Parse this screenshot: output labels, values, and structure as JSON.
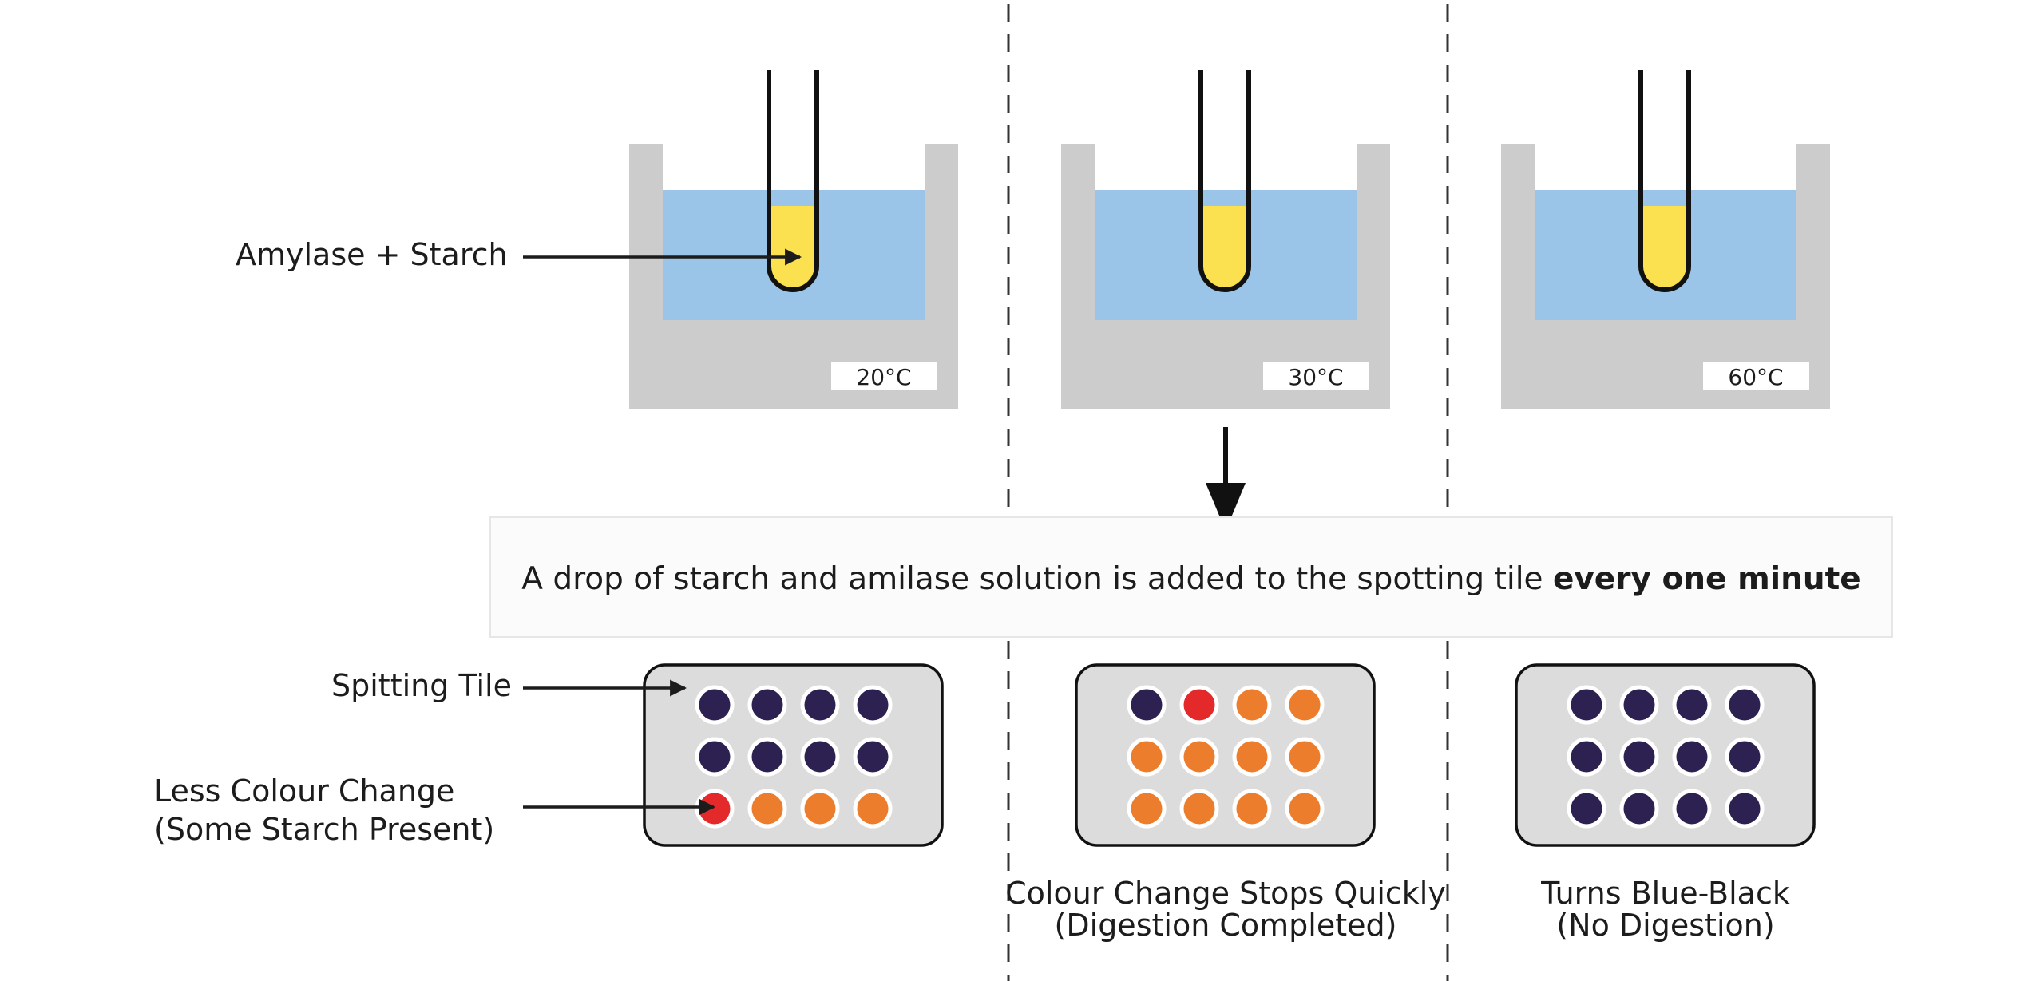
{
  "labels": {
    "amylase_starch": "Amylase + Starch",
    "spotting_tile": "Spitting Tile",
    "less_change_line1": "Less Colour Change",
    "less_change_line2": "(Some Starch Present)"
  },
  "banner": {
    "text_regular": "A drop of starch and amilase solution is added to the spotting tile ",
    "text_bold": "every one minute"
  },
  "baths": [
    {
      "temperature": "20°C"
    },
    {
      "temperature": "30°C"
    },
    {
      "temperature": "60°C"
    }
  ],
  "tiles": [
    {
      "wells": [
        [
          "purple",
          "purple",
          "purple",
          "purple"
        ],
        [
          "purple",
          "purple",
          "purple",
          "purple"
        ],
        [
          "red",
          "orange",
          "orange",
          "orange"
        ]
      ],
      "caption_line1": "",
      "caption_line2": ""
    },
    {
      "wells": [
        [
          "purple",
          "red",
          "orange",
          "orange"
        ],
        [
          "orange",
          "orange",
          "orange",
          "orange"
        ],
        [
          "orange",
          "orange",
          "orange",
          "orange"
        ]
      ],
      "caption_line1": "Colour Change Stops Quickly",
      "caption_line2": "(Digestion Completed)"
    },
    {
      "wells": [
        [
          "purple",
          "purple",
          "purple",
          "purple"
        ],
        [
          "purple",
          "purple",
          "purple",
          "purple"
        ],
        [
          "purple",
          "purple",
          "purple",
          "purple"
        ]
      ],
      "caption_line1": "Turns Blue-Black",
      "caption_line2": "(No Digestion)"
    }
  ],
  "colors": {
    "purple": "#2d2152",
    "orange": "#ec7d2c",
    "red": "#e4292a",
    "water": "#9ac5e8",
    "bath": "#cdcccd",
    "solution": "#fbe04f",
    "tile": "#dcdcdc"
  }
}
